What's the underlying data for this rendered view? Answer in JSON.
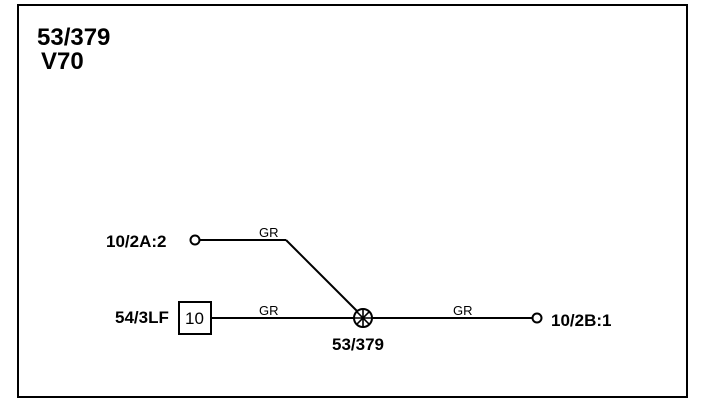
{
  "header": {
    "title": "53/379",
    "model": "V70"
  },
  "connectors": {
    "top_left": "10/2A:2",
    "left": "54/3LF",
    "right": "10/2B:1",
    "splice": "53/379",
    "box_number": "10"
  },
  "wires": {
    "color_top": "GR",
    "color_left": "GR",
    "color_right": "GR"
  }
}
